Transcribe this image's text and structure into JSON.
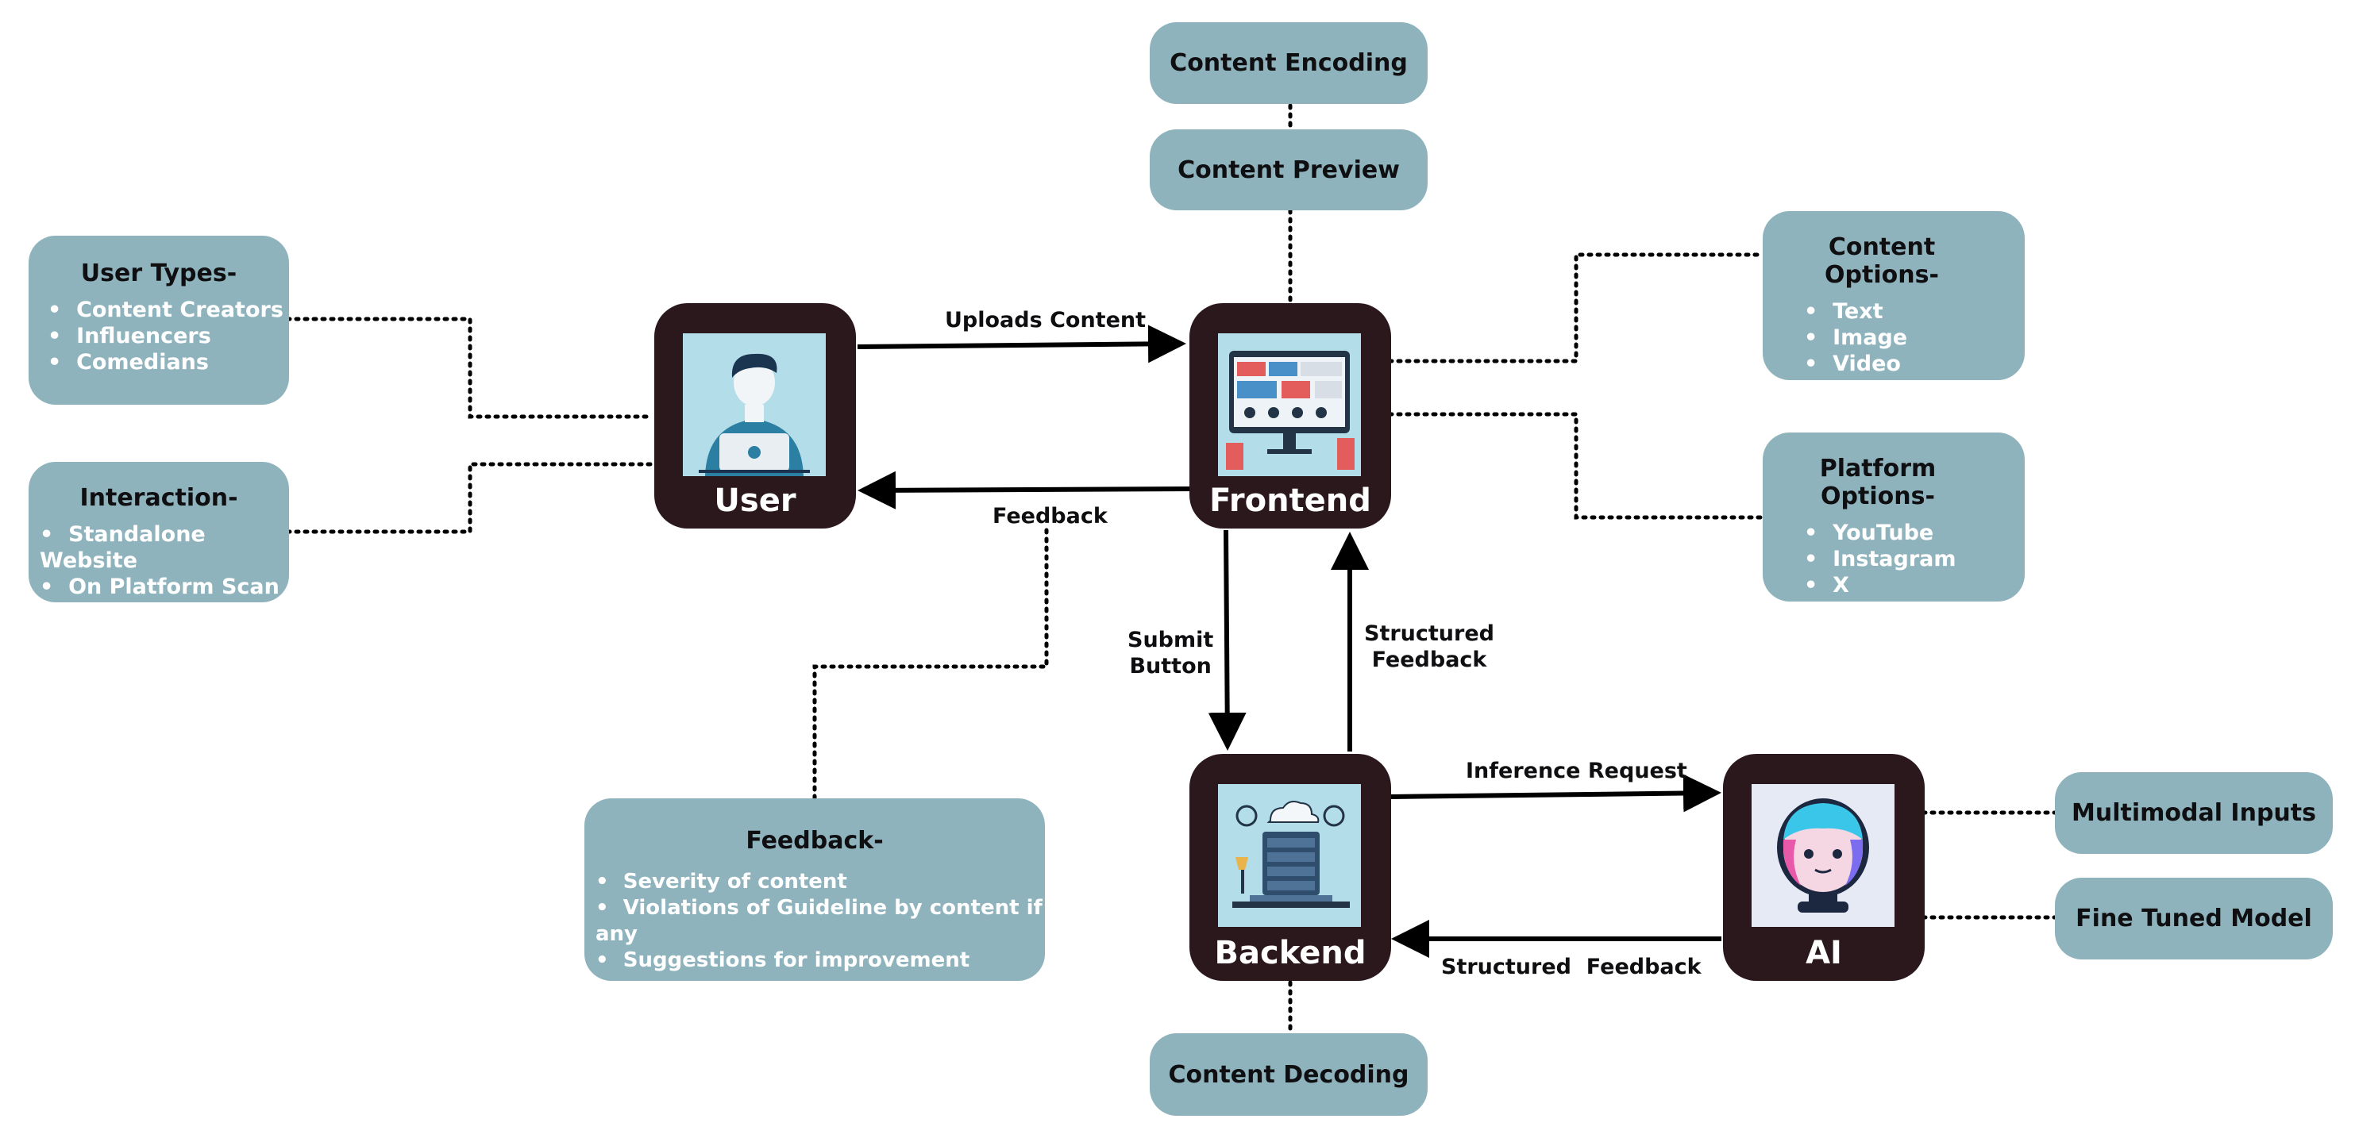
{
  "nodes": {
    "user": {
      "label": "User"
    },
    "frontend": {
      "label": "Frontend"
    },
    "backend": {
      "label": "Backend"
    },
    "ai": {
      "label": "AI"
    }
  },
  "boxes": {
    "content_encoding": "Content Encoding",
    "content_preview": "Content Preview",
    "content_decoding": "Content Decoding",
    "multimodal_inputs": "Multimodal Inputs",
    "fine_tuned_model": "Fine Tuned Model",
    "user_types": {
      "title": "User Types-",
      "items": [
        "Content Creators",
        "Influencers",
        "Comedians"
      ]
    },
    "interaction": {
      "title": "Interaction-",
      "items": [
        "Standalone Website",
        "On Platform Scan"
      ]
    },
    "content_options": {
      "title": "Content Options-",
      "items": [
        "Text",
        "Image",
        "Video"
      ]
    },
    "platform_options": {
      "title": "Platform Options-",
      "items": [
        "YouTube",
        "Instagram",
        "X"
      ]
    },
    "feedback": {
      "title": "Feedback-",
      "items": [
        "Severity of content",
        "Violations of Guideline by content if any",
        "Suggestions for improvement"
      ]
    }
  },
  "edges": {
    "uploads_content": "Uploads Content",
    "feedback": "Feedback",
    "submit_button": [
      "Submit",
      "Button"
    ],
    "structured_feedback_up": [
      "Structured",
      "Feedback"
    ],
    "inference_request": "Inference Request",
    "structured_feedback_ai": "Structured  Feedback"
  },
  "colors": {
    "box_fill": "#8fb3bc",
    "node_fill": "#2a181d",
    "icon_bg": "#b2dde9",
    "bullet_text": "#ffffff"
  }
}
